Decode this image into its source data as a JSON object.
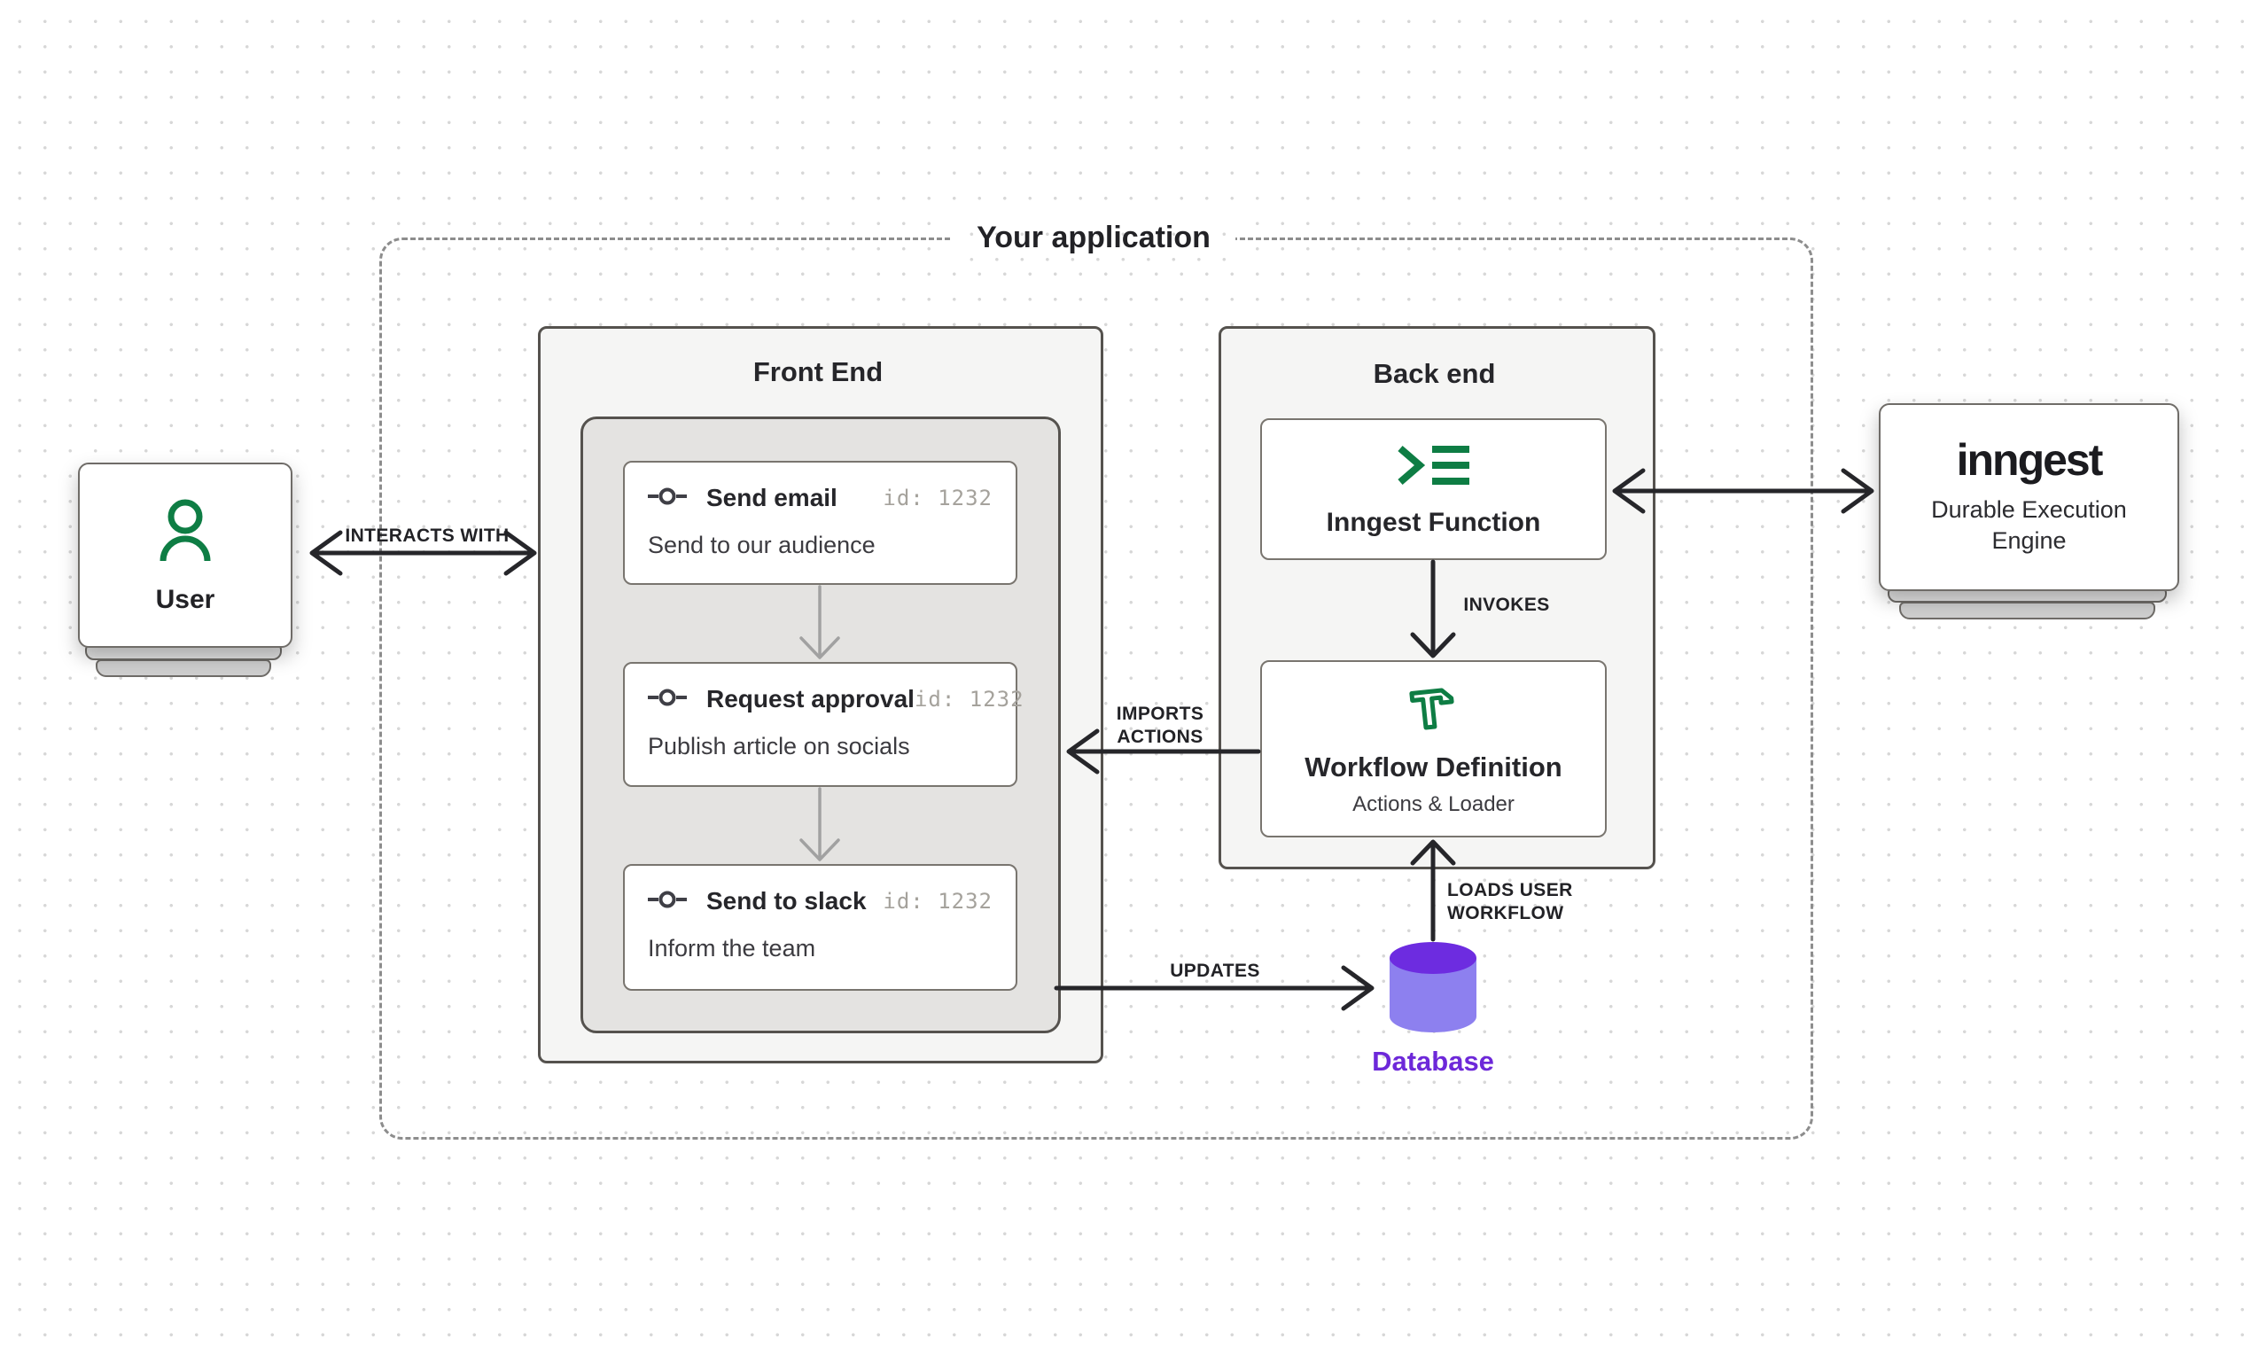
{
  "app": {
    "title": "Your application"
  },
  "user": {
    "label": "User"
  },
  "frontend": {
    "title": "Front End",
    "cards": [
      {
        "title": "Send email",
        "id": "id: 1232",
        "description": "Send to our audience"
      },
      {
        "title": "Request approval",
        "id": "id: 1232",
        "description": "Publish article on socials"
      },
      {
        "title": "Send to slack",
        "id": "id: 1232",
        "description": "Inform the team"
      }
    ]
  },
  "backend": {
    "title": "Back end",
    "function_card": {
      "title": "Inngest Function"
    },
    "workflow_card": {
      "title": "Workflow Definition",
      "subtitle": "Actions & Loader"
    }
  },
  "engine": {
    "logo": "inngest",
    "subtitle": "Durable Execution Engine"
  },
  "database": {
    "label": "Database"
  },
  "labels": {
    "interacts_with": "INTERACTS WITH",
    "invokes": "INVOKES",
    "imports_line1": "IMPORTS",
    "imports_line2": "ACTIONS",
    "loads_line1": "LOADS USER",
    "loads_line2": "WORKFLOW",
    "updates": "UPDATES"
  },
  "colors": {
    "accent_green": "#0e7d44",
    "database_top": "#6d2ce0",
    "database_body": "#8d80ef",
    "database_text": "#6d28d9",
    "arrow_black": "#26262a",
    "arrow_gray": "#a1a1a1",
    "panel_fill": "#f5f5f4",
    "inner_fill": "#e4e3e1"
  }
}
